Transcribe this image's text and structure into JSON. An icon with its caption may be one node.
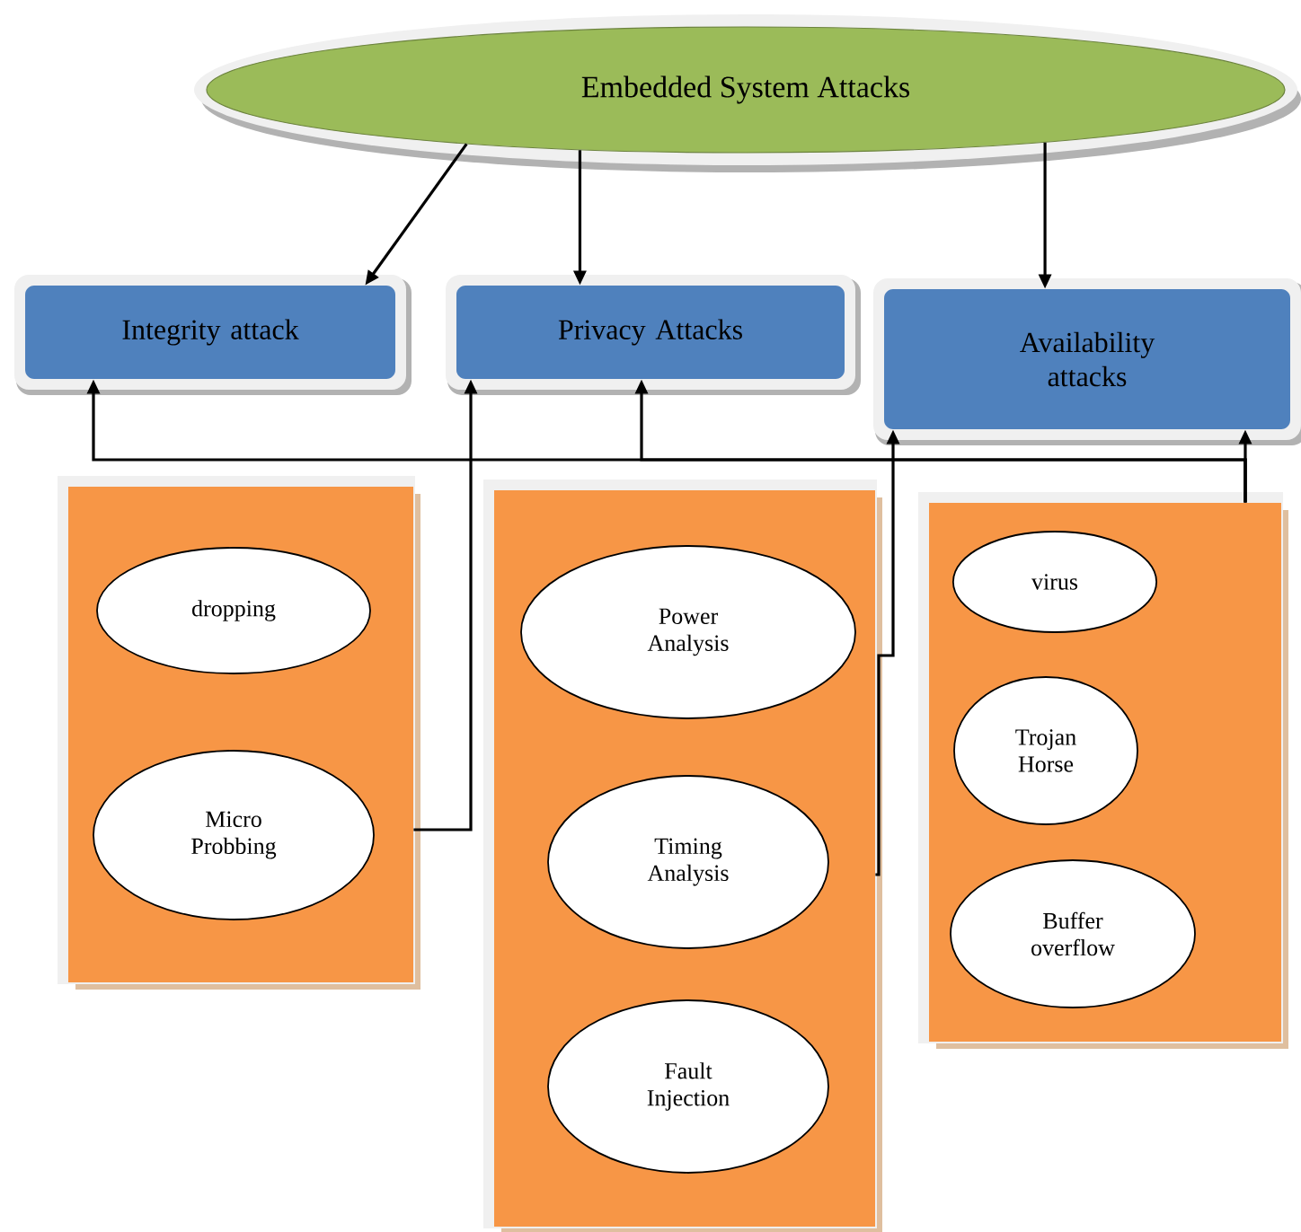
{
  "diagram": {
    "nodes": [
      {
        "text": [
          "Embedded System Attacks"
        ]
      },
      {
        "text": [
          "Integrity attack"
        ]
      },
      {
        "text": [
          "Privacy Attacks"
        ]
      },
      {
        "text": [
          "Availability attacks"
        ]
      },
      {
        "text": [],
        "shape": "box"
      },
      {
        "text": [
          "dropping"
        ],
        "in": 4
      },
      {
        "text": [
          "Micro Probbing"
        ],
        "in": 4
      },
      {
        "text": [],
        "shape": "box"
      },
      {
        "text": [
          "Power Analysis"
        ],
        "in": 7
      },
      {
        "text": [
          "Timing Analysis"
        ],
        "in": 7
      },
      {
        "text": [
          "Fault Injection"
        ],
        "in": 7
      },
      {
        "text": [],
        "shape": "box"
      },
      {
        "text": [
          "virus"
        ],
        "in": 11
      },
      {
        "text": [
          "Trojan Horse"
        ],
        "in": 11
      },
      {
        "text": [
          "Buffer overflow"
        ],
        "in": 11
      }
    ],
    "edges": [
      {
        "from": 0,
        "to": 1,
        "arrow": "to"
      },
      {
        "from": 0,
        "to": 2,
        "arrow": "to"
      },
      {
        "from": 0,
        "to": 3,
        "arrow": "to"
      },
      {
        "from": 11,
        "to": 1,
        "arrow": "to"
      },
      {
        "from": 11,
        "to": 2,
        "arrow": "to"
      },
      {
        "from": 11,
        "to": 3,
        "arrow": "to"
      },
      {
        "from": 4,
        "to": 2,
        "arrow": "to"
      },
      {
        "from": 7,
        "to": 3,
        "arrow": "to"
      }
    ]
  }
}
